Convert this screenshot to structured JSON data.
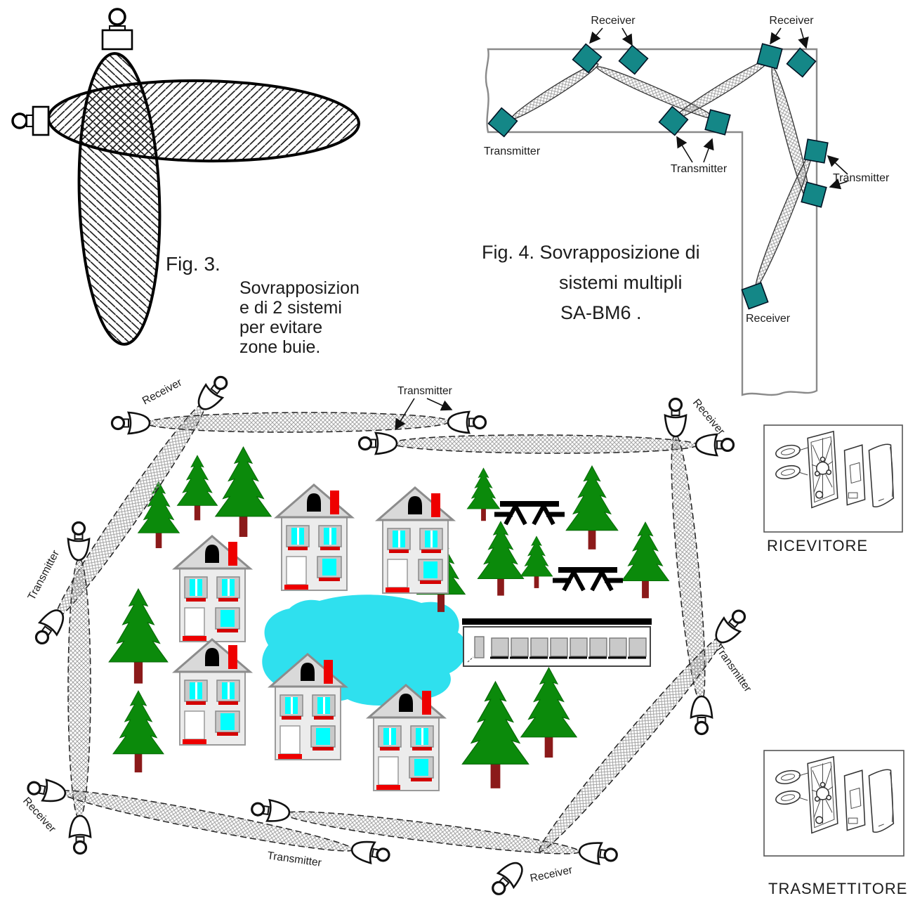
{
  "page_type": "scanned manual diagram page",
  "fig3": {
    "title": "Fig. 3.",
    "caption": [
      "Sovrapposizion",
      "e di 2 sistemi",
      "per evitare",
      "zone buie."
    ]
  },
  "fig4": {
    "caption": [
      "Fig. 4.  Sovrapposizione di",
      "sistemi multipli",
      "SA-BM6 ."
    ],
    "labels": {
      "receiver_top_left": "Receiver",
      "receiver_top_right": "Receiver",
      "transmitter_left": "Transmitter",
      "transmitter_mid": "Transmitter",
      "transmitter_right": "Transmitter",
      "receiver_bottom": "Receiver"
    }
  },
  "site_plan": {
    "labels": {
      "receiver": "Receiver",
      "transmitter": "Transmitter"
    },
    "elements": [
      "houses x6",
      "pine trees",
      "pond",
      "picnic tables x2",
      "garage row building",
      "perimeter beam barrier with transmitter/receiver heads"
    ]
  },
  "products": {
    "receiver_label": "RICEVITORE",
    "transmitter_label": "TRASMETTITORE"
  },
  "colors": {
    "teal_sensor": "#148787",
    "tree_green": "#0b8a0b",
    "trunk_maroon": "#8b1a1a",
    "pond_cyan": "#2fe0ee",
    "window_cyan": "#00ffff",
    "accent_red": "#ee0000",
    "house_gray": "#ececec",
    "roof_gray": "#d9d9d9",
    "wall_gray": "#8a8a8a"
  }
}
